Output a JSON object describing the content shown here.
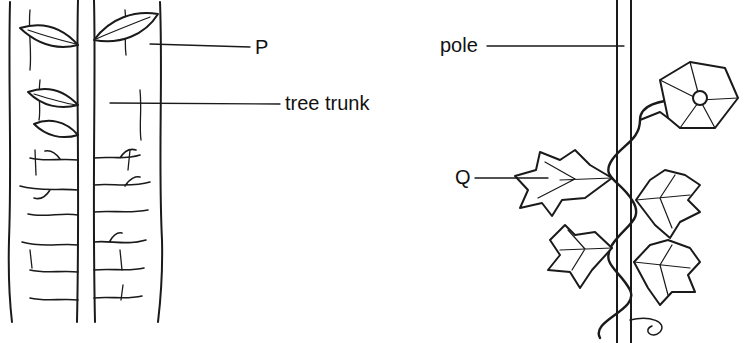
{
  "diagram": {
    "labels": [
      "P",
      "tree trunk",
      "pole",
      "Q"
    ]
  }
}
